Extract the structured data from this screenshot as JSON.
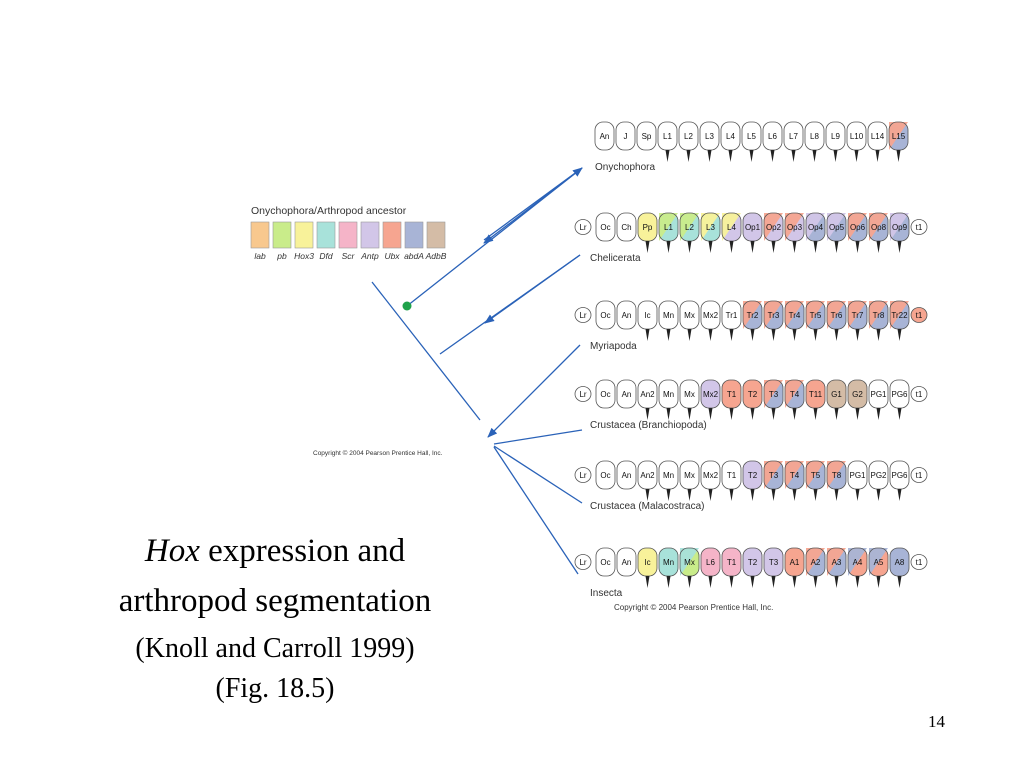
{
  "slide": {
    "title_italic": "Hox",
    "title_rest": "expression and",
    "title_line2": "arthropod segmentation",
    "citation": "(Knoll and Carroll 1999)",
    "figure_ref": "(Fig. 18.5)",
    "page_number": "14"
  },
  "figure": {
    "ancestor_title": "Onychophora/Arthropod ancestor",
    "copyright": "Copyright © 2004 Pearson Prentice Hall, Inc.",
    "hox_genes": [
      {
        "name": "lab",
        "color": "#f8c88e"
      },
      {
        "name": "pb",
        "color": "#c9ec8a"
      },
      {
        "name": "Hox3",
        "color": "#f8f29a"
      },
      {
        "name": "Dfd",
        "color": "#a8e2da"
      },
      {
        "name": "Scr",
        "color": "#f5b4c8"
      },
      {
        "name": "Antp",
        "color": "#d2c6e8"
      },
      {
        "name": "Ubx",
        "color": "#f6a590"
      },
      {
        "name": "abdA",
        "color": "#a8b4d6"
      },
      {
        "name": "AdbB",
        "color": "#d4bca6"
      }
    ],
    "animals": [
      {
        "name": "Onychophora",
        "segments": [
          {
            "label": "An"
          },
          {
            "label": "J"
          },
          {
            "label": "Sp"
          },
          {
            "label": "L1"
          },
          {
            "label": "L2"
          },
          {
            "label": "L3"
          },
          {
            "label": "L4"
          },
          {
            "label": "L5"
          },
          {
            "label": "L6"
          },
          {
            "label": "L7"
          },
          {
            "label": "L8"
          },
          {
            "label": "L9"
          },
          {
            "label": "L10"
          },
          {
            "label": "L14"
          },
          {
            "label": "L15"
          }
        ]
      },
      {
        "name": "Chelicerata",
        "segments": [
          {
            "label": "Lr"
          },
          {
            "label": "Oc"
          },
          {
            "label": "Ch"
          },
          {
            "label": "Pp"
          },
          {
            "label": "L1"
          },
          {
            "label": "L2"
          },
          {
            "label": "L3"
          },
          {
            "label": "L4"
          },
          {
            "label": "Op1"
          },
          {
            "label": "Op2"
          },
          {
            "label": "Op3"
          },
          {
            "label": "Op4"
          },
          {
            "label": "Op5"
          },
          {
            "label": "Op6"
          },
          {
            "label": "Op8"
          },
          {
            "label": "Op9"
          },
          {
            "label": "t1"
          }
        ]
      },
      {
        "name": "Myriapoda",
        "segments": [
          {
            "label": "Lr"
          },
          {
            "label": "Oc"
          },
          {
            "label": "An"
          },
          {
            "label": "Ic"
          },
          {
            "label": "Mn"
          },
          {
            "label": "Mx"
          },
          {
            "label": "Mx2"
          },
          {
            "label": "Tr1"
          },
          {
            "label": "Tr2"
          },
          {
            "label": "Tr3"
          },
          {
            "label": "Tr4"
          },
          {
            "label": "Tr5"
          },
          {
            "label": "Tr6"
          },
          {
            "label": "Tr7"
          },
          {
            "label": "Tr8"
          },
          {
            "label": "Tr22"
          },
          {
            "label": "t1"
          }
        ]
      },
      {
        "name": "Crustacea (Branchiopoda)",
        "segments": [
          {
            "label": "Lr"
          },
          {
            "label": "Oc"
          },
          {
            "label": "An"
          },
          {
            "label": "An2"
          },
          {
            "label": "Mn"
          },
          {
            "label": "Mx"
          },
          {
            "label": "Mx2"
          },
          {
            "label": "T1"
          },
          {
            "label": "T2"
          },
          {
            "label": "T3"
          },
          {
            "label": "T4"
          },
          {
            "label": "T11"
          },
          {
            "label": "G1"
          },
          {
            "label": "G2"
          },
          {
            "label": "PG1"
          },
          {
            "label": "PG6"
          },
          {
            "label": "t1"
          }
        ]
      },
      {
        "name": "Crustacea (Malacostraca)",
        "segments": [
          {
            "label": "Lr"
          },
          {
            "label": "Oc"
          },
          {
            "label": "An"
          },
          {
            "label": "An2"
          },
          {
            "label": "Mn"
          },
          {
            "label": "Mx"
          },
          {
            "label": "Mx2"
          },
          {
            "label": "T1"
          },
          {
            "label": "T2"
          },
          {
            "label": "T3"
          },
          {
            "label": "T4"
          },
          {
            "label": "T5"
          },
          {
            "label": "T8"
          },
          {
            "label": "PG1"
          },
          {
            "label": "PG2"
          },
          {
            "label": "PG6"
          },
          {
            "label": "t1"
          }
        ]
      },
      {
        "name": "Insecta",
        "segments": [
          {
            "label": "Lr"
          },
          {
            "label": "Oc"
          },
          {
            "label": "An"
          },
          {
            "label": "Ic"
          },
          {
            "label": "Mn"
          },
          {
            "label": "Mx"
          },
          {
            "label": "L6"
          },
          {
            "label": "T1"
          },
          {
            "label": "T2"
          },
          {
            "label": "T3"
          },
          {
            "label": "A1"
          },
          {
            "label": "A2"
          },
          {
            "label": "A3"
          },
          {
            "label": "A4"
          },
          {
            "label": "A5"
          },
          {
            "label": "A8"
          },
          {
            "label": "t1"
          }
        ]
      }
    ]
  }
}
